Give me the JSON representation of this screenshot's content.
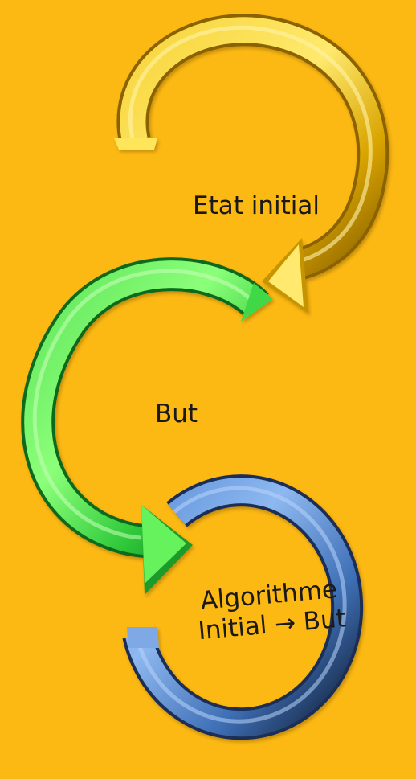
{
  "background": "#FDB913",
  "steps": [
    {
      "id": "etat",
      "label": "Etat initial",
      "color": "#E8B000",
      "highlight": "#FFE86A",
      "shadow": "#8A6200"
    },
    {
      "id": "but",
      "label": "But",
      "color": "#2EC93A",
      "highlight": "#8CFF7A",
      "shadow": "#0F6B1A"
    },
    {
      "id": "algo",
      "label_line1": "Algorithme",
      "label_line2": "Initial → But",
      "color": "#4A7FC8",
      "highlight": "#8EB8F0",
      "shadow": "#1A2F55"
    }
  ]
}
